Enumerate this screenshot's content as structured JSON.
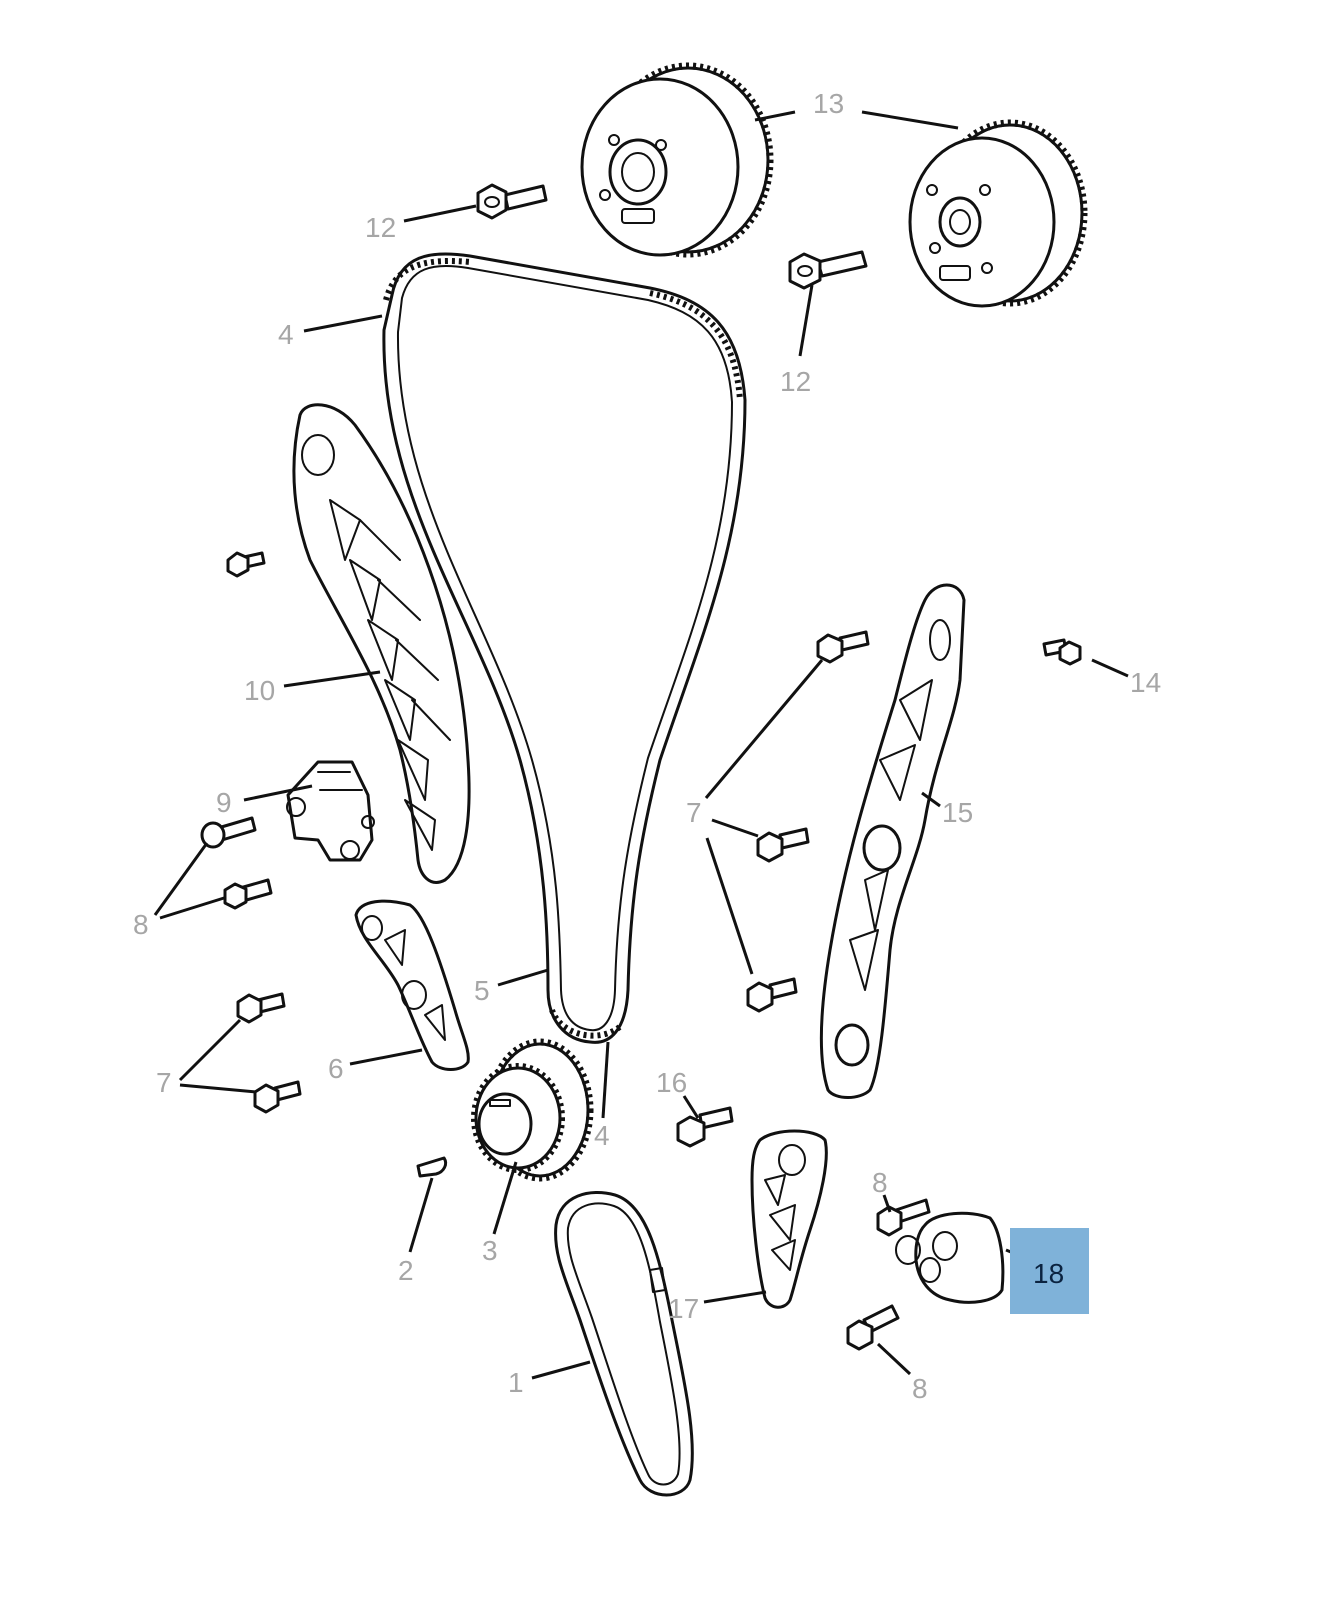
{
  "callouts": [
    {
      "id": "c13",
      "label": "13"
    },
    {
      "id": "c12a",
      "label": "12"
    },
    {
      "id": "c12b",
      "label": "12"
    },
    {
      "id": "c4a",
      "label": "4"
    },
    {
      "id": "c10",
      "label": "10"
    },
    {
      "id": "c14",
      "label": "14"
    },
    {
      "id": "c9",
      "label": "9"
    },
    {
      "id": "c7a",
      "label": "7"
    },
    {
      "id": "c15",
      "label": "15"
    },
    {
      "id": "c8a",
      "label": "8"
    },
    {
      "id": "c5",
      "label": "5"
    },
    {
      "id": "c6",
      "label": "6"
    },
    {
      "id": "c7b",
      "label": "7"
    },
    {
      "id": "c16",
      "label": "16"
    },
    {
      "id": "c4b",
      "label": "4"
    },
    {
      "id": "c8b",
      "label": "8"
    },
    {
      "id": "c3",
      "label": "3"
    },
    {
      "id": "c2",
      "label": "2"
    },
    {
      "id": "c17",
      "label": "17"
    },
    {
      "id": "c18",
      "label": "18",
      "highlighted": true
    },
    {
      "id": "c1",
      "label": "1"
    },
    {
      "id": "c8c",
      "label": "8"
    }
  ],
  "colors": {
    "line": "#111111",
    "callout_text": "#a6a6a6",
    "highlight_fill": "#7fb2d9",
    "highlight_text": "#0b2340"
  }
}
